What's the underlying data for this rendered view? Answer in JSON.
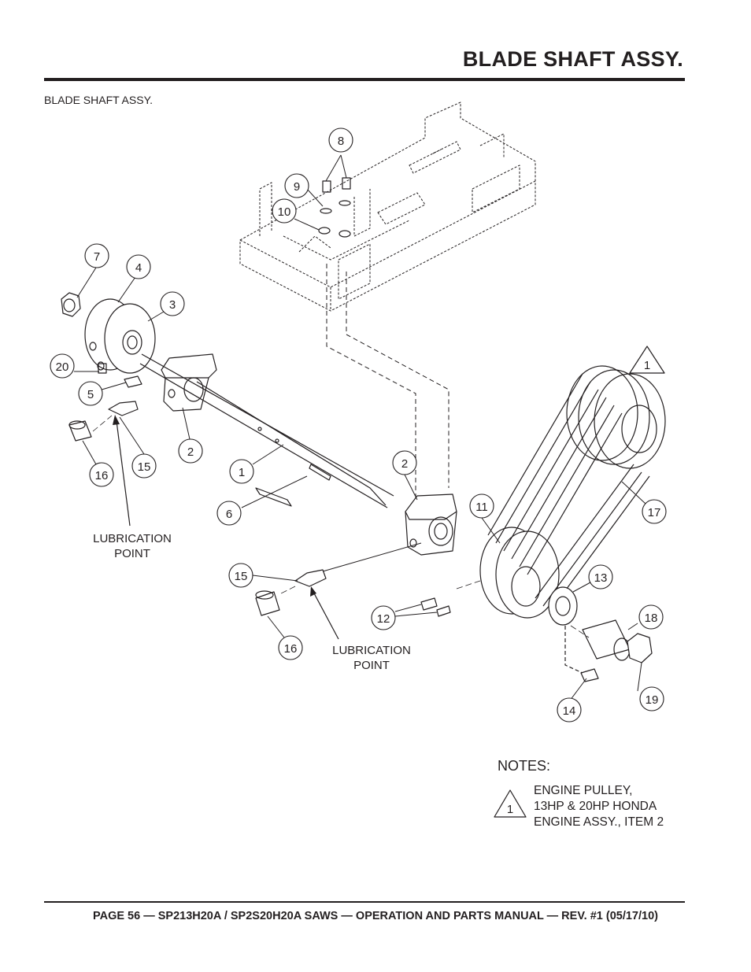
{
  "header": {
    "title": "BLADE SHAFT ASSY.",
    "section_label": "BLADE SHAFT ASSY."
  },
  "callouts": [
    "1",
    "2",
    "3",
    "4",
    "5",
    "6",
    "7",
    "8",
    "9",
    "10",
    "11",
    "12",
    "13",
    "14",
    "15",
    "16",
    "17",
    "18",
    "19",
    "20"
  ],
  "lubrication_label": [
    "LUBRICATION",
    "POINT"
  ],
  "notes": {
    "heading": "NOTES:",
    "marker": "1",
    "lines": [
      "ENGINE PULLEY,",
      "13HP & 20HP HONDA",
      "ENGINE ASSY., ITEM 2"
    ]
  },
  "footer": {
    "text": "PAGE 56 —  SP213H20A / SP2S20H20A SAWS — OPERATION AND PARTS  MANUAL — REV. #1 (05/17/10)"
  }
}
